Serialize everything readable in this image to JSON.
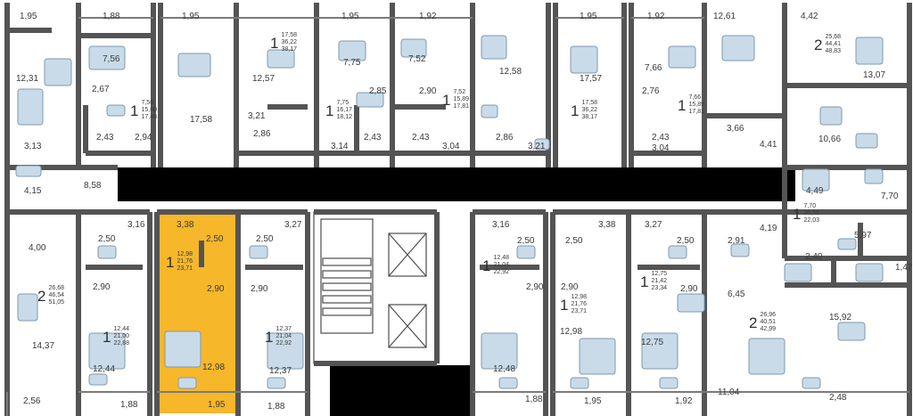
{
  "highlight_color": "#f6b72a",
  "wall_color": "#545454",
  "room_labels": {
    "r01": "1,95",
    "r02": "1,88",
    "r03": "1,95",
    "r04": "1,95",
    "r05": "1,92",
    "r06": "1,95",
    "r07": "1,92",
    "r08": "12,61",
    "r09": "4,42",
    "r10": "7,56",
    "r11": "7,75",
    "r12": "7,52",
    "r13": "12,58",
    "r14": "12,31",
    "r15": "12,57",
    "r16": "17,57",
    "r17": "7,66",
    "r18": "13,07",
    "r19": "2,67",
    "r20": "2,85",
    "r21": "2,90",
    "r22": "2,76",
    "r23": "17,58",
    "r24": "3,21",
    "r25": "3,66",
    "r26": "4,41",
    "r27": "10,66",
    "r28": "2,43",
    "r29": "2,94",
    "r30": "2,86",
    "r31": "2,43",
    "r32": "2,43",
    "r33": "2,86",
    "r34": "2,43",
    "r35": "3,13",
    "r36": "3,14",
    "r37": "3,04",
    "r38": "3,21",
    "r39": "3,04",
    "r40": "4,15",
    "r41": "8,58",
    "r42": "4,49",
    "r43": "7,70",
    "r44": "3,16",
    "r45": "3,38",
    "r46": "3,27",
    "r47": "3,16",
    "r48": "3,38",
    "r49": "3,27",
    "r50": "4,19",
    "r51": "4,00",
    "r52": "2,50",
    "r53": "2,50",
    "r54": "2,50",
    "r55": "2,50",
    "r56": "2,50",
    "r57": "2,50",
    "r58": "2,91",
    "r59": "5,97",
    "r60": "2,40",
    "r61": "1,47",
    "r62": "2,90",
    "r63": "2,90",
    "r64": "2,90",
    "r65": "2,90",
    "r66": "2,90",
    "r67": "2,90",
    "r68": "6,45",
    "r69": "15,92",
    "r70": "14,37",
    "r71": "12,98",
    "r72": "12,98",
    "r73": "12,75",
    "r74": "12,44",
    "r75": "12,37",
    "r76": "12,48",
    "r77": "11,04",
    "r78": "2,56",
    "r79": "1,88",
    "r80": "1,95",
    "r81": "1,88",
    "r82": "1,88",
    "r83": "1,95",
    "r84": "1,92",
    "r85": "2,48"
  },
  "units": [
    {
      "id": "u01",
      "rooms": "1",
      "areas": [
        "17,58",
        "36,22",
        "38,17"
      ]
    },
    {
      "id": "u02",
      "rooms": "2",
      "areas": [
        "25,68",
        "44,41",
        "48,83"
      ]
    },
    {
      "id": "u03",
      "rooms": "1",
      "areas": [
        "7,56",
        "15,60",
        "17,48"
      ]
    },
    {
      "id": "u04",
      "rooms": "1",
      "areas": [
        "7,75",
        "16,17",
        "18,12"
      ]
    },
    {
      "id": "u05",
      "rooms": "1",
      "areas": [
        "7,52",
        "15,89",
        "17,81"
      ]
    },
    {
      "id": "u06",
      "rooms": "1",
      "areas": [
        "17,58",
        "36,22",
        "38,17"
      ]
    },
    {
      "id": "u07",
      "rooms": "1",
      "areas": [
        "7,66",
        "15,89",
        "17,81"
      ]
    },
    {
      "id": "u08",
      "rooms": "1",
      "areas": [
        "7,70",
        "20,56",
        "22,03"
      ]
    },
    {
      "id": "u09",
      "rooms": "2",
      "areas": [
        "26,68",
        "46,54",
        "51,05"
      ]
    },
    {
      "id": "u10",
      "rooms": "1",
      "areas": [
        "12,98",
        "21,76",
        "23,71"
      ]
    },
    {
      "id": "u11",
      "rooms": "1",
      "areas": [
        "12,48",
        "21,04",
        "22,92"
      ]
    },
    {
      "id": "u12",
      "rooms": "1",
      "areas": [
        "12,75",
        "21,42",
        "23,34"
      ]
    },
    {
      "id": "u13",
      "rooms": "1",
      "areas": [
        "12,98",
        "21,76",
        "23,71"
      ]
    },
    {
      "id": "u14",
      "rooms": "1",
      "areas": [
        "12,44",
        "21,00",
        "22,88"
      ]
    },
    {
      "id": "u15",
      "rooms": "1",
      "areas": [
        "12,37",
        "21,04",
        "22,92"
      ]
    },
    {
      "id": "u16",
      "rooms": "2",
      "areas": [
        "26,96",
        "40,51",
        "42,99"
      ]
    }
  ]
}
